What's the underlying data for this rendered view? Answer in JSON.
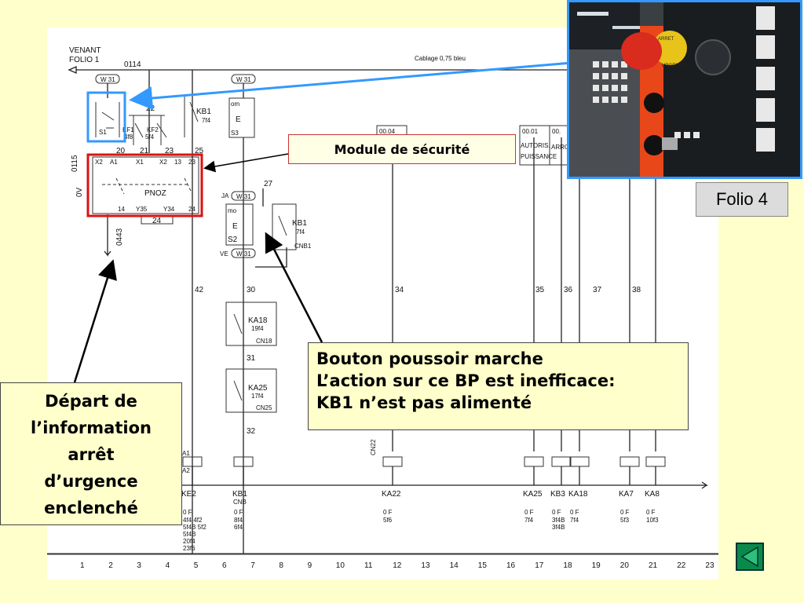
{
  "schematic": {
    "header": {
      "venant": "VENANT",
      "folio": "FOLIO 1",
      "wire_0114": "0114",
      "cablage": "Cablage 0,75 bleu"
    },
    "conductors": {
      "top_w31_a": "W 31",
      "top_w31_b": "W 31",
      "ja_w31": "W 31",
      "ve_w31": "W 31",
      "ja": "JA",
      "ve": "VE"
    },
    "wire_labels": {
      "w22": "22",
      "w20": "20",
      "w21": "21",
      "w23": "23",
      "w25": "25",
      "w27": "27",
      "w42": "42",
      "w30": "30",
      "w31": "31",
      "w32": "32",
      "w34": "34",
      "w35": "35",
      "w36": "36",
      "w37": "37",
      "w38": "38",
      "w24": "24",
      "w0115": "0115",
      "w0443": "0443",
      "w0v": "0V"
    },
    "components": {
      "s1": "S1",
      "kf1": "KF1",
      "kf2": "KF2",
      "kf1_ref": "4f8",
      "kf2_ref": "5f4",
      "kb1_top": "KB1",
      "kb1_top_ref": "7f4",
      "e_top": "E",
      "s3": "S3",
      "mo_top": "om",
      "pnoz": "PNOZ",
      "s2": "S2",
      "e_mid": "E",
      "mo_mid": "mo",
      "kb1_mid": "KB1",
      "kb1_mid_ref": "7f4",
      "cnb1": "CNB1",
      "ka18": "KA18",
      "ka18_ref": "19f4",
      "cn18": "CN18",
      "ka25": "KA25",
      "ka25_ref": "17f4",
      "cn25": "CN25",
      "cn22": "CN22"
    },
    "pnoz_terminals_top": [
      "X2",
      "A1",
      "X1",
      "X2",
      "13",
      "23"
    ],
    "pnoz_terminals_bottom": [
      "14",
      "Y35",
      "Y34",
      "24"
    ],
    "refs_top": {
      "r0004": "00.04",
      "r0001": "00.01",
      "r00x": "00.",
      "autoris": "AUTORIS.",
      "puissance": "PUISSANCE",
      "arrow": "ARROS"
    },
    "coils": [
      {
        "name": "KE2",
        "refs": [
          "4f4 4f2",
          "5f4B 5f2",
          "5f4B",
          "20f4",
          "23f6"
        ]
      },
      {
        "name": "KB1",
        "refs": [
          "8f4",
          "6f4"
        ]
      },
      {
        "name": "KA22",
        "refs": [
          "5f6"
        ]
      },
      {
        "name": "KA25",
        "refs": [
          "7f4"
        ]
      },
      {
        "name": "KB3",
        "refs": [
          "3f4B",
          "3f4B"
        ]
      },
      {
        "name": "KA18",
        "refs": [
          "7f4"
        ]
      },
      {
        "name": "KA7",
        "refs": [
          "5f3"
        ]
      },
      {
        "name": "KA8",
        "refs": [
          "10f3"
        ]
      }
    ],
    "of_label": "0 F",
    "a1": "A1",
    "a2": "A2",
    "cnb": "CNB",
    "columns": [
      "1",
      "2",
      "3",
      "4",
      "5",
      "6",
      "7",
      "8",
      "9",
      "10",
      "11",
      "12",
      "13",
      "14",
      "15",
      "16",
      "17",
      "18",
      "19",
      "20",
      "21",
      "22",
      "23"
    ]
  },
  "photo": {
    "caption_arret": "ARRET",
    "caption_urgence": "URGENCE"
  },
  "folio_badge": "Folio 4",
  "module_label": "Module de sécurité",
  "callout_bp": {
    "line1": "Bouton poussoir marche",
    "line2": "L’action sur ce BP est inefficace:",
    "line3": "KB1 n’est pas alimenté"
  },
  "callout_depart": {
    "line1": "Départ de",
    "line2": "l’information",
    "line3": "arrêt",
    "line4": "d’urgence",
    "line5": "enclenché"
  },
  "colors": {
    "background": "#ffffcc",
    "highlight_blue": "#3399ff",
    "highlight_red": "#dd1111",
    "nav_green": "#0a8a4a"
  }
}
